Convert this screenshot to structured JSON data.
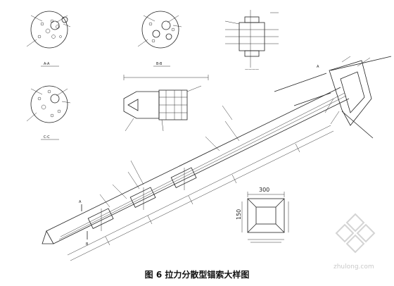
{
  "caption": "图 6 拉力分散型锚索大样图",
  "watermark": "zhulong.com",
  "labels": {
    "dim_300": "300",
    "dim_150": "150",
    "marker_A1": "A",
    "marker_A2": "A",
    "marker_B": "B",
    "sec_AA": "A-A",
    "sec_BB": "B-B",
    "sec_CC": "C-C"
  },
  "colors": {
    "ink": "#222222",
    "watermark": "#c9c9c9"
  }
}
